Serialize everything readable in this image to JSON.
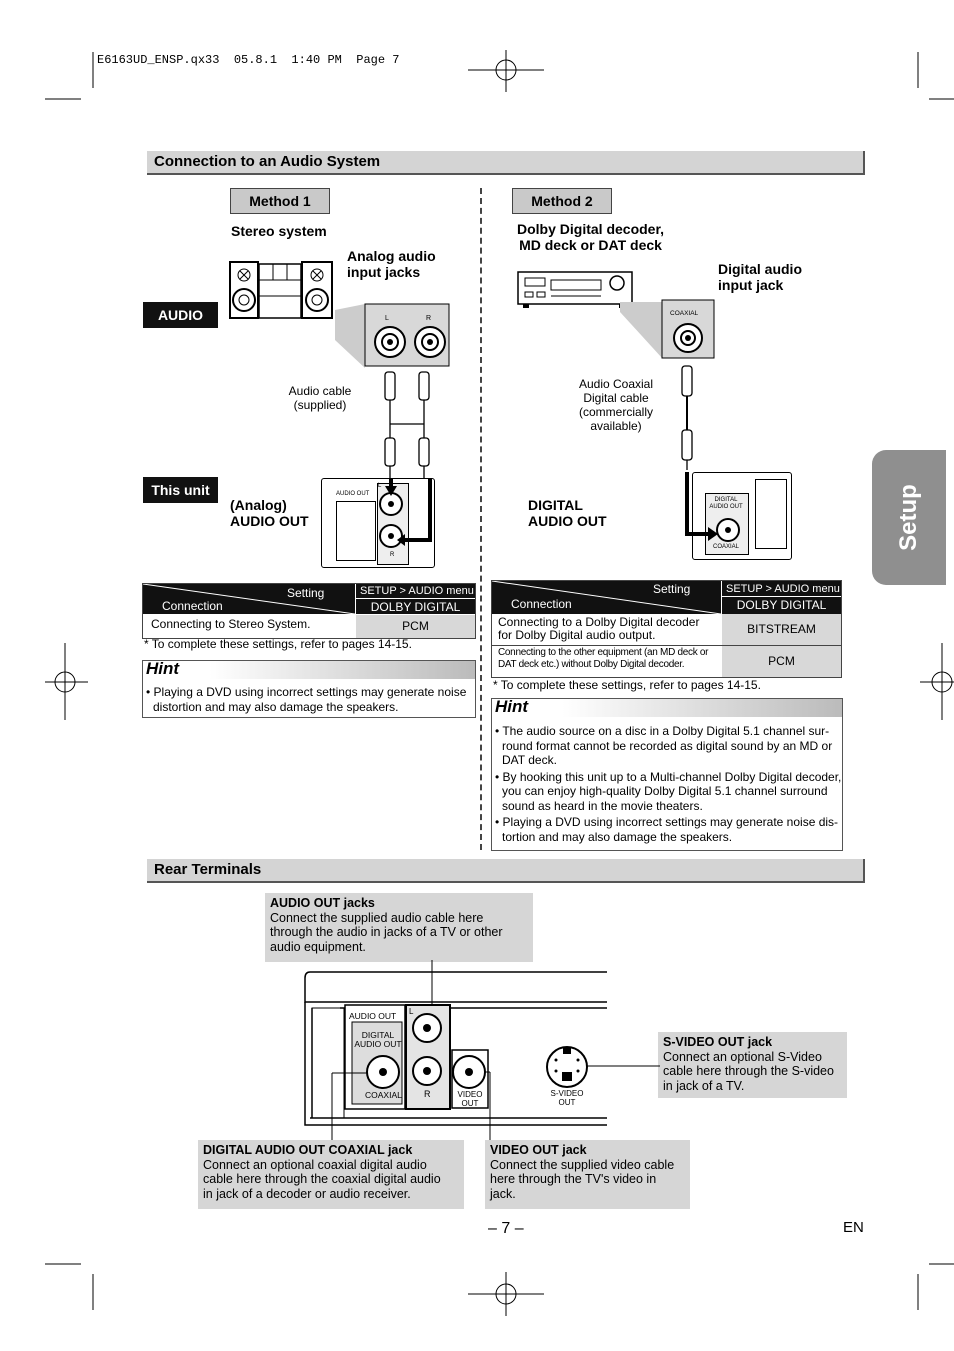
{
  "print_header": "E6163UD_ENSP.qx33  05.8.1  1:40 PM  Page 7",
  "side_tab": "Setup",
  "section1": {
    "title": "Connection to an Audio System",
    "method1": {
      "label": "Method 1",
      "device": "Stereo system",
      "jacks_label_1": "Analog audio",
      "jacks_label_2": "input jacks",
      "audio_tag": "AUDIO",
      "cable_1": "Audio cable",
      "cable_2": "(supplied)",
      "unit_tag": "This unit",
      "out_label_1": "(Analog)",
      "out_label_2": "AUDIO OUT",
      "panel_label": "AUDIO OUT",
      "jack_l": "L",
      "jack_r": "R",
      "table": {
        "setting_hdr": "Setting",
        "connection_hdr": "Connection",
        "menu_hdr": "SETUP > AUDIO menu >",
        "menu_value": "DOLBY DIGITAL",
        "row_label": "Connecting to Stereo System.",
        "row_value": "PCM"
      },
      "note": "* To complete these settings, refer to pages 14-15.",
      "hint_title": "Hint",
      "hint_1": "• Playing a DVD using incorrect settings may generate noise",
      "hint_2": "distortion and may also damage the speakers."
    },
    "method2": {
      "label": "Method 2",
      "device_1": "Dolby Digital decoder,",
      "device_2": "MD deck or DAT deck",
      "jack_label_1": "Digital audio",
      "jack_label_2": "input jack",
      "coaxial_small": "COAXIAL",
      "cable_1": "Audio Coaxial",
      "cable_2": "Digital cable",
      "cable_3": "(commercially",
      "cable_4": "available)",
      "out_label_1": "DIGITAL",
      "out_label_2": "AUDIO OUT",
      "panel_digital_1": "DIGITAL",
      "panel_digital_2": "AUDIO OUT",
      "panel_coaxial": "COAXIAL",
      "table": {
        "setting_hdr": "Setting",
        "connection_hdr": "Connection",
        "menu_hdr": "SETUP > AUDIO menu >",
        "menu_value": "DOLBY DIGITAL",
        "row1_label_1": "Connecting to a Dolby Digital decoder",
        "row1_label_2": "for Dolby Digital audio output.",
        "row1_value": "BITSTREAM",
        "row2_label_1": "Connecting to the other equipment (an MD deck or",
        "row2_label_2": "DAT deck etc.) without Dolby Digital decoder.",
        "row2_value": "PCM"
      },
      "note": "* To complete these settings, refer to pages 14-15.",
      "hint_title": "Hint",
      "hints": [
        "• The audio source on a disc in a Dolby Digital 5.1 channel sur-",
        "round format cannot be recorded as digital sound by an MD or",
        "DAT deck.",
        "• By hooking this unit up to a Multi-channel Dolby Digital decoder,",
        "you can enjoy high-quality Dolby Digital 5.1 channel surround",
        "sound as heard in the movie theaters.",
        "• Playing a DVD using incorrect settings may generate noise dis-",
        "tortion and may also damage the speakers."
      ]
    }
  },
  "section2": {
    "title": "Rear Terminals",
    "audio_out": {
      "title": "AUDIO OUT jacks",
      "lines": [
        "Connect the supplied audio cable here",
        "through the audio in jacks of a TV or other",
        "audio equipment."
      ]
    },
    "svideo": {
      "title": "S-VIDEO OUT jack",
      "lines": [
        "Connect an optional S-Video",
        "cable here through the S-video",
        "in jack of a TV."
      ]
    },
    "coaxial": {
      "title": "DIGITAL AUDIO OUT COAXIAL jack",
      "lines": [
        "Connect an optional coaxial digital audio",
        "cable here through the coaxial digital audio",
        "in jack of a decoder or audio receiver."
      ]
    },
    "video": {
      "title": "VIDEO OUT jack",
      "lines": [
        "Connect the supplied video cable",
        "here through the TV's video in",
        "jack."
      ]
    },
    "panel": {
      "audio_out": "AUDIO OUT",
      "digital_1": "DIGITAL",
      "digital_2": "AUDIO OUT",
      "coaxial": "COAXIAL",
      "l": "L",
      "r": "R",
      "video_1": "VIDEO",
      "video_2": "OUT",
      "svideo_1": "S-VIDEO",
      "svideo_2": "OUT"
    }
  },
  "footer": {
    "page": "– 7 –",
    "lang": "EN"
  }
}
